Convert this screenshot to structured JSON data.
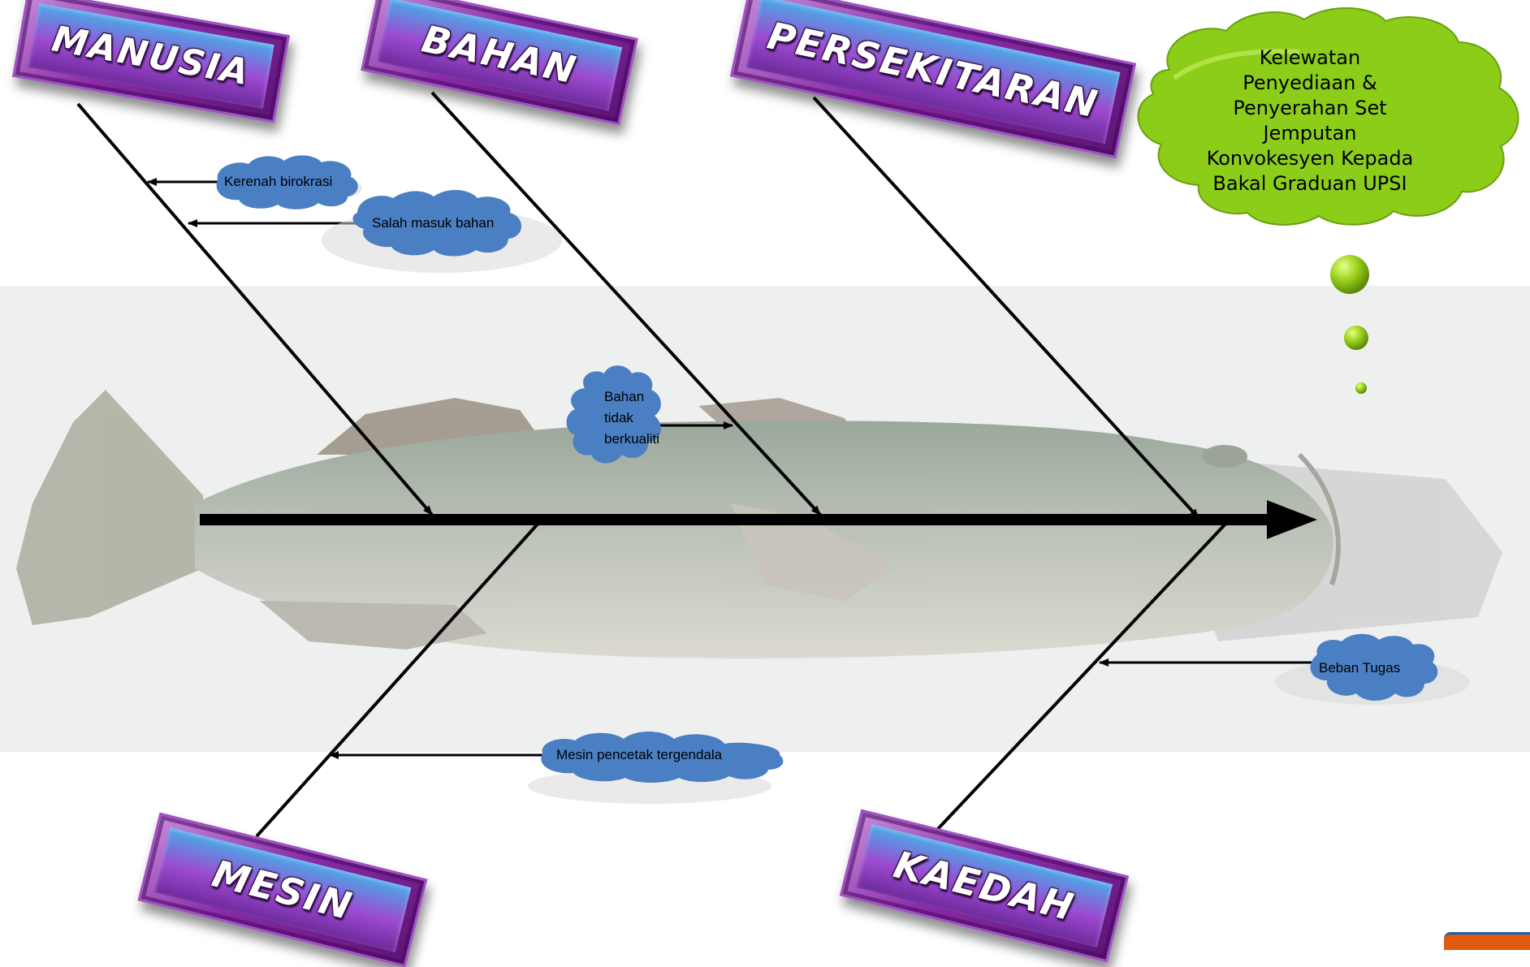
{
  "categories": {
    "manusia": "MANUSIA",
    "bahan": "BAHAN",
    "persekitaran": "PERSEKITARAN",
    "mesin": "MESIN",
    "kaedah": "KAEDAH"
  },
  "problem": "Kelewatan Penyediaan & Penyerahan Set Jemputan Konvokesyen Kepada Bakal Graduan UPSI",
  "causes": {
    "kerenah_birokrasi": "Kerenah birokrasi",
    "salah_masuk_bahan": "Salah masuk bahan",
    "bahan_tidak_berkualiti_line1": "Bahan",
    "bahan_tidak_berkualiti_line2": "tidak",
    "bahan_tidak_berkualiti_line3": "berkualiti",
    "beban_tugas": "Beban Tugas",
    "mesin_pencetak_tergendala": "Mesin pencetak tergendala"
  },
  "colors": {
    "plate_purple": "#8a2aa8",
    "cause_cloud": "#4a7fc4",
    "goal_cloud": "#8ccd1a",
    "spine": "#000000"
  }
}
